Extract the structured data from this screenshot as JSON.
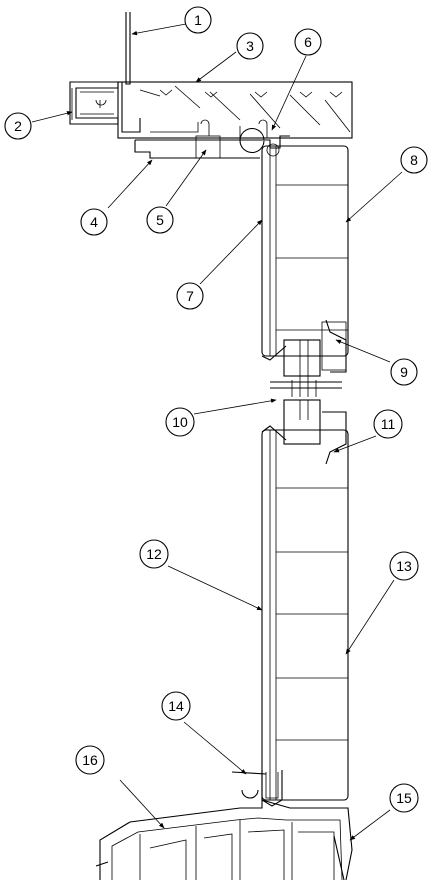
{
  "callouts": [
    {
      "label": "1"
    },
    {
      "label": "2"
    },
    {
      "label": "3"
    },
    {
      "label": "4"
    },
    {
      "label": "5"
    },
    {
      "label": "6"
    },
    {
      "label": "7"
    },
    {
      "label": "8"
    },
    {
      "label": "9"
    },
    {
      "label": "10"
    },
    {
      "label": "11"
    },
    {
      "label": "12"
    },
    {
      "label": "13"
    },
    {
      "label": "14"
    },
    {
      "label": "15"
    },
    {
      "label": "16"
    }
  ],
  "colors": {
    "line": "#000000",
    "background": "#ffffff"
  }
}
